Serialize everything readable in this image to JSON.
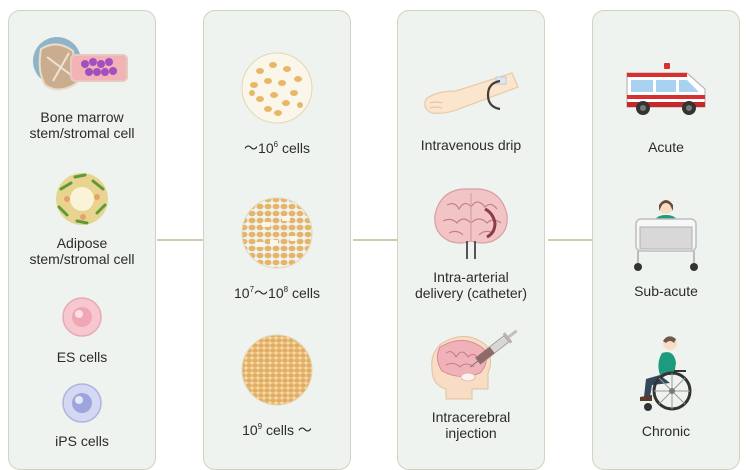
{
  "diagram": {
    "type": "flow",
    "stages": [
      {
        "id": "cell-source",
        "items": [
          {
            "icon": "bone-marrow-icon",
            "label_line1": "Bone marrow",
            "label_line2": "stem/stromal cell"
          },
          {
            "icon": "adipose-cell-icon",
            "label_line1": "Adipose",
            "label_line2": "stem/stromal cell"
          },
          {
            "icon": "es-cell-icon",
            "label_line1": "ES cells"
          },
          {
            "icon": "ips-cell-icon",
            "label_line1": "iPS cells"
          }
        ]
      },
      {
        "id": "cell-dose",
        "items": [
          {
            "icon": "sparse-cells-icon",
            "prefix": "〜10",
            "exp": "6",
            "suffix": " cells"
          },
          {
            "icon": "medium-cells-icon",
            "pre_base": "10",
            "pre_exp": "7",
            "mid": "〜10",
            "exp": "8",
            "suffix": " cells"
          },
          {
            "icon": "dense-cells-icon",
            "prefix": "10",
            "exp": "9",
            "suffix": " cells 〜"
          }
        ]
      },
      {
        "id": "delivery-route",
        "items": [
          {
            "icon": "iv-arm-icon",
            "label_line1": "Intravenous drip"
          },
          {
            "icon": "brain-catheter-icon",
            "label_line1": "Intra-arterial",
            "label_line2": "delivery (catheter)"
          },
          {
            "icon": "head-syringe-icon",
            "label_line1": "Intracerebral",
            "label_line2": "injection"
          }
        ]
      },
      {
        "id": "timing",
        "items": [
          {
            "icon": "ambulance-icon",
            "label_line1": "Acute"
          },
          {
            "icon": "hospital-bed-icon",
            "label_line1": "Sub-acute"
          },
          {
            "icon": "wheelchair-icon",
            "label_line1": "Chronic"
          }
        ]
      }
    ],
    "colors": {
      "panel_bg": "#eef3ef",
      "panel_border": "#cfd3c0",
      "connector": "#c9cfae",
      "text": "#2b2b2b"
    }
  }
}
